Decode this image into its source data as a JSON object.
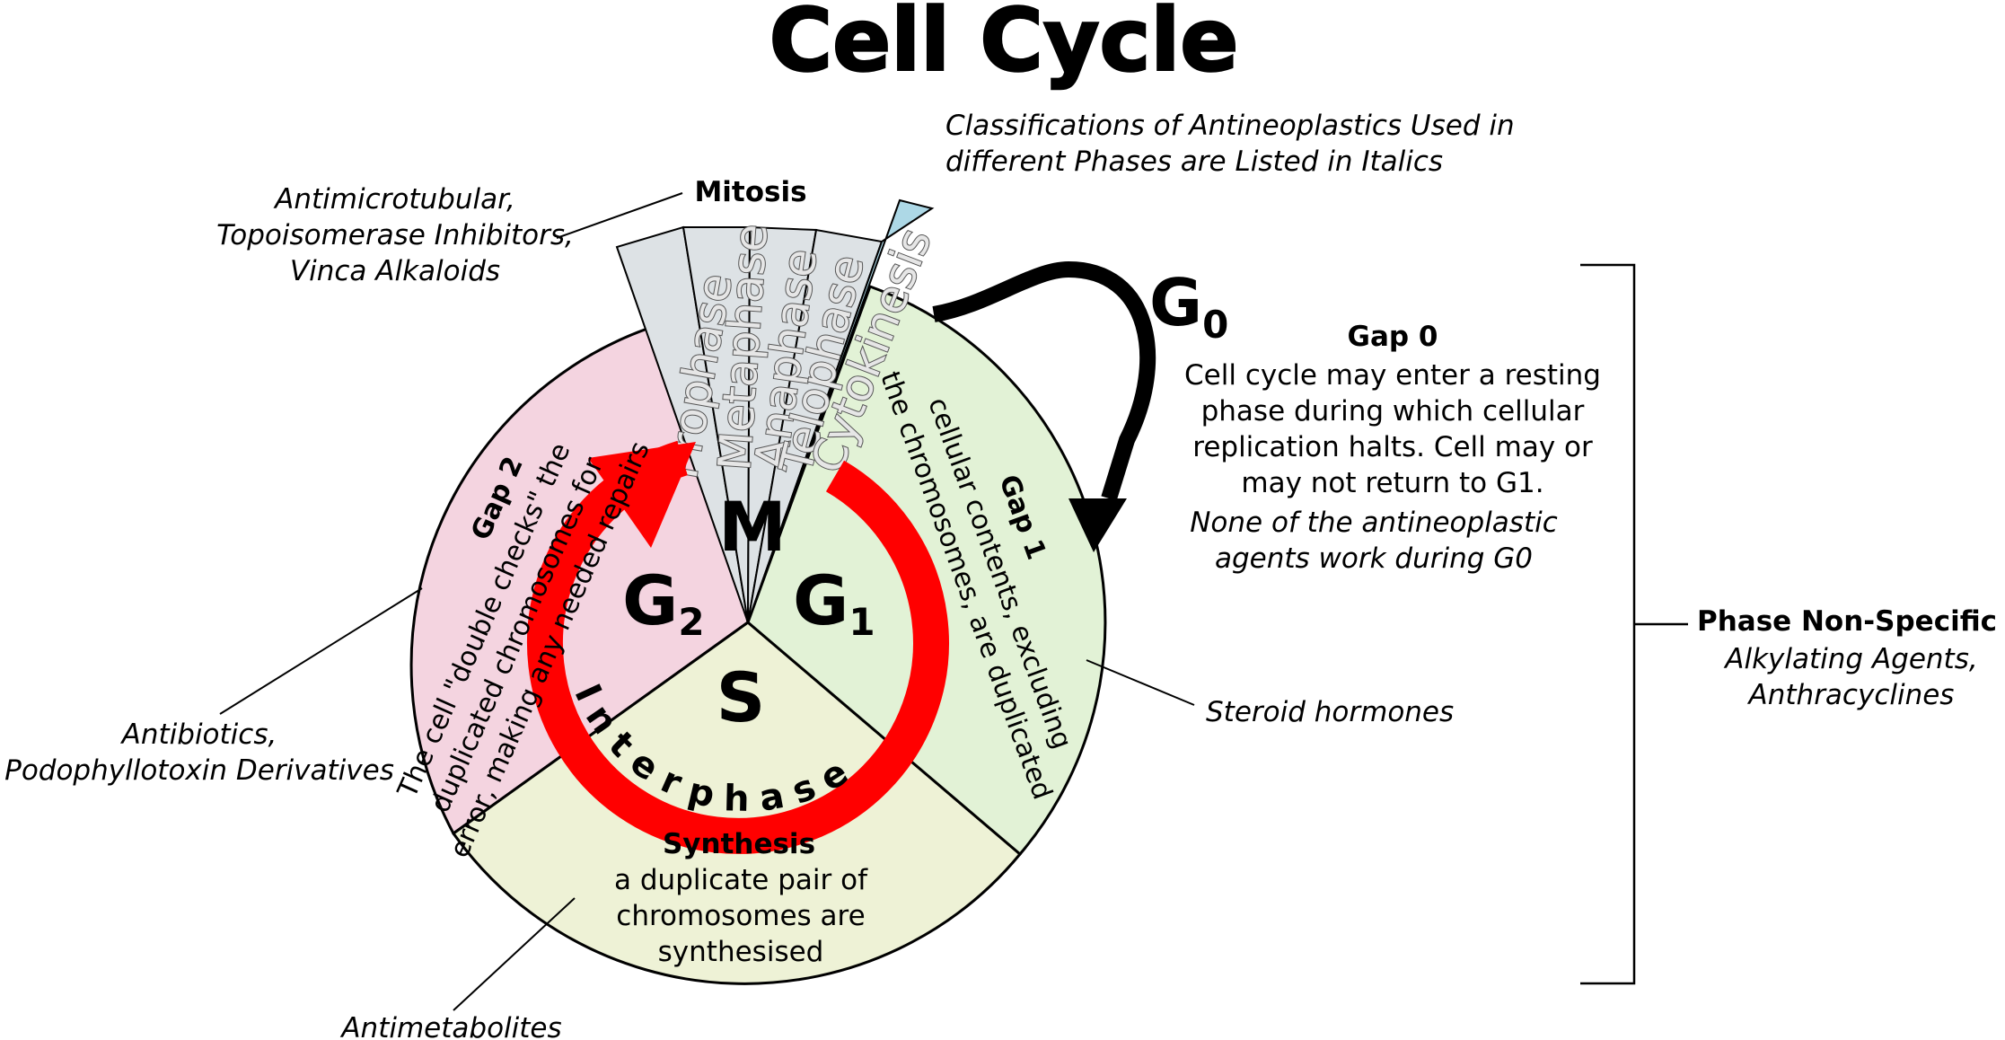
{
  "title": "Cell Cycle",
  "subtitle": [
    "Classifications of Antineoplastics Used in",
    "different Phases are Listed in Italics"
  ],
  "mitosis": {
    "label": "Mitosis",
    "drugs": [
      "Antimicrotubular,",
      "Topoisomerase Inhibitors,",
      "Vinca Alkaloids"
    ],
    "phases": [
      "Prophase",
      "Metaphase",
      "Anaphase",
      "Telophase",
      "Cytokinesis"
    ]
  },
  "gap2": {
    "title": "Gap 2",
    "lines": [
      "The cell \"double checks\" the",
      "duplicated chromosomes for",
      "error, making any needed repairs"
    ],
    "drugs": [
      "Antibiotics,",
      "Podophyllotoxin Derivatives"
    ]
  },
  "gap1": {
    "title": "Gap 1",
    "lines": [
      "cellular contents, excluding",
      "the chromosomes, are duplicated"
    ],
    "drugs": "Steroid hormones"
  },
  "synthesis": {
    "title": "Synthesis",
    "lines": [
      "a duplicate pair of",
      "chromosomes are",
      "synthesised"
    ],
    "drugs": "Antimetabolites"
  },
  "gap0": {
    "symbol": "G",
    "subscript": "0",
    "title": "Gap 0",
    "lines": [
      "Cell cycle may enter a resting",
      "phase during which cellular",
      "replication halts. Cell may or",
      "may not return to G1."
    ],
    "note": [
      "None of the antineoplastic",
      "agents work during G0"
    ]
  },
  "phase_nonspecific": {
    "title": "Phase Non-Specific",
    "drugs": [
      "Alkylating Agents,",
      "Anthracyclines"
    ]
  },
  "center_labels": {
    "m": "M",
    "g2": "G",
    "g2_sub": "2",
    "g1": "G",
    "g1_sub": "1",
    "s": "S"
  },
  "ring_label": "Interphase",
  "colors": {
    "gap2": "#f4d4e0",
    "gap1": "#e2f2d6",
    "synthesis": "#eef2d6",
    "mitosis": "#dde2e5",
    "cytokinesis": "#add8e6",
    "arrow_red": "#ff0000"
  }
}
